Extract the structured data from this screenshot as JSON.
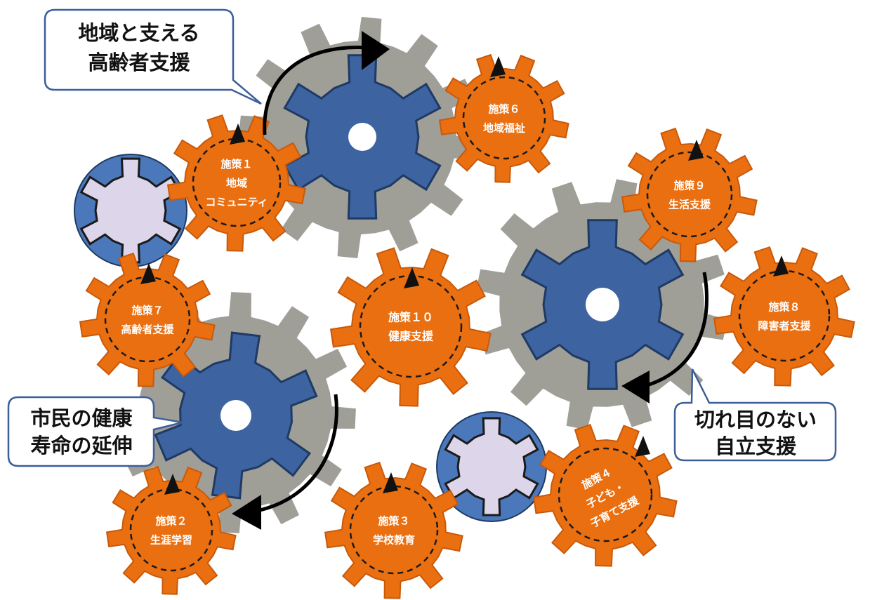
{
  "colors": {
    "gray_gear": "#8e8e86",
    "blue_gear": "#3d63a0",
    "blue_outline": "#1f3a63",
    "orange_gear": "#ea6f11",
    "orange_outline": "#c8590a",
    "lavender_gear": "#ddd5ea",
    "circle_blue": "#4a78bb",
    "callout_border": "#3a5f99"
  },
  "callouts": {
    "top_left": {
      "line1": "地域と支える",
      "line2": "高齢者支援"
    },
    "left": {
      "line1": "市民の健康",
      "line2": "寿命の延伸"
    },
    "right": {
      "line1": "切れ目のない",
      "line2": "自立支援"
    }
  },
  "gears": {
    "policy1": {
      "line1": "施策１",
      "line2": "地域",
      "line3": "コミュニティ"
    },
    "policy2": {
      "line1": "施策２",
      "line2": "生涯学習"
    },
    "policy3": {
      "line1": "施策３",
      "line2": "学校教育"
    },
    "policy4": {
      "line1": "施策４",
      "line2": "子ども・",
      "line3": "子育て支援"
    },
    "policy6": {
      "line1": "施策６",
      "line2": "地域福祉"
    },
    "policy7": {
      "line1": "施策７",
      "line2": "高齢者支援"
    },
    "policy8": {
      "line1": "施策８",
      "line2": "障害者支援"
    },
    "policy9": {
      "line1": "施策９",
      "line2": "生活支援"
    },
    "policy10": {
      "line1": "施策１０",
      "line2": "健康支援"
    }
  }
}
